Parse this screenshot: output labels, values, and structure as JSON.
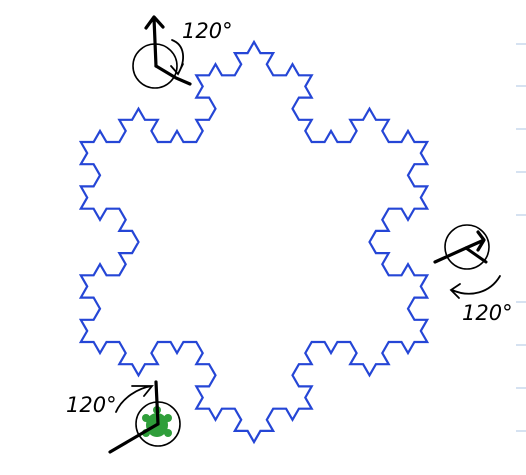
{
  "annotations": {
    "top_angle": "120°",
    "right_angle": "120°",
    "left_angle": "120°"
  },
  "colors": {
    "curve": "#2546d6",
    "ink": "#000000",
    "turtle": "#2f9e3a",
    "margin_ticks": "#c9d9ec"
  },
  "figure": {
    "fractal": "koch-snowflake",
    "iterations": 3,
    "markers": [
      "top-left-vertex",
      "right-vertex",
      "bottom-left-vertex"
    ]
  }
}
